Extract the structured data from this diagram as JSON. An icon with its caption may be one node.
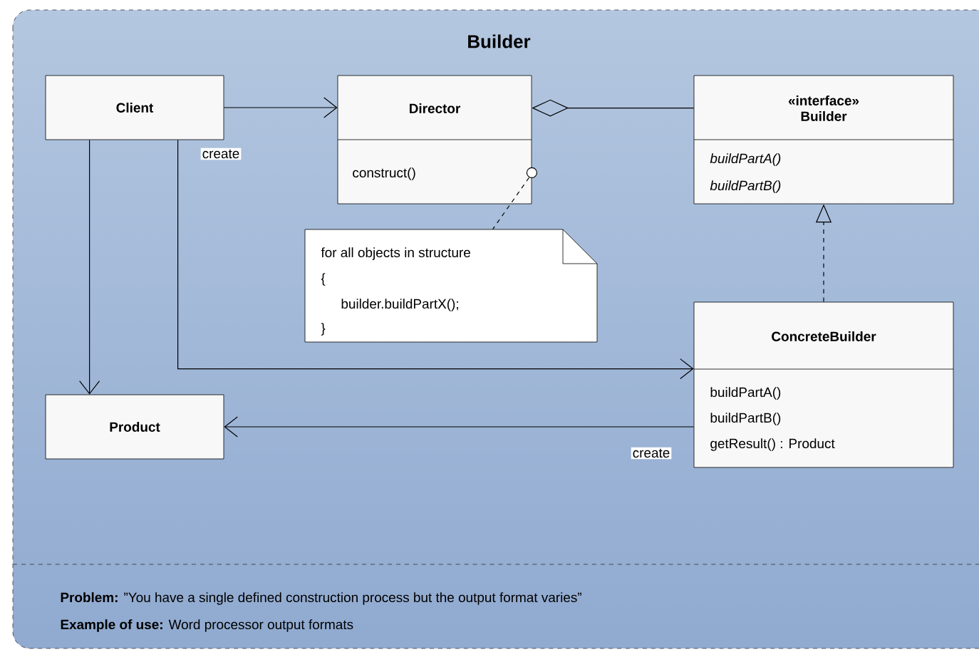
{
  "diagram": {
    "title": "Builder",
    "nodes": [
      {
        "text": [
          "Client"
        ]
      },
      {
        "text": [
          "Director",
          "construct()"
        ]
      },
      {
        "text": [
          "«interface» Builder",
          "buildPartA()",
          "buildPartB()"
        ]
      },
      {
        "text": [
          "ConcreteBuilder",
          "buildPartA()",
          "buildPartB()",
          "getResult() : Product"
        ]
      },
      {
        "text": [
          "Product"
        ]
      },
      {
        "text": [
          "for all objects in structure",
          "{",
          "builder.buildPartX();",
          "}"
        ]
      }
    ],
    "edges": [
      {
        "from": 0,
        "to": 1,
        "arrow": "to"
      },
      {
        "from": 1,
        "to": 2,
        "arrow": "other"
      },
      {
        "from": 3,
        "to": 2,
        "arrow": "to",
        "style": "dashed"
      },
      {
        "from": 0,
        "to": 4,
        "arrow": "to"
      },
      {
        "from": 0,
        "to": 3,
        "arrow": "to",
        "label": "create"
      },
      {
        "from": 3,
        "to": 4,
        "arrow": "to",
        "label": "create"
      },
      {
        "from": 1,
        "to": 5,
        "arrow": "other",
        "style": "dashed"
      }
    ],
    "labels": [
      "**Problem:** ”You have a single defined construction process but the output format varies”",
      "**Example of use:** Word processor output formats"
    ]
  }
}
